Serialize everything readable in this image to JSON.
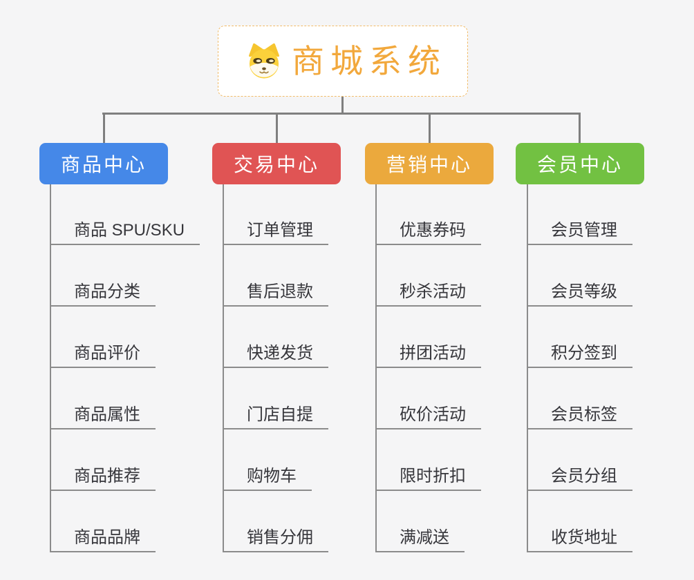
{
  "root": {
    "title": "商城系统",
    "icon": "dog-icon",
    "title_color": "#F2A83C",
    "border_color": "#F1BB68"
  },
  "colors": {
    "background": "#F5F5F6",
    "connector": "#7F7F7F",
    "item_underline": "#8B8B8B",
    "item_text": "#36363B"
  },
  "branches": [
    {
      "label": "商品中心",
      "color": "#4588E8",
      "items": [
        "商品 SPU/SKU",
        "商品分类",
        "商品评价",
        "商品属性",
        "商品推荐",
        "商品品牌"
      ]
    },
    {
      "label": "交易中心",
      "color": "#E05454",
      "items": [
        "订单管理",
        "售后退款",
        "快递发货",
        "门店自提",
        "购物车",
        "销售分佣"
      ]
    },
    {
      "label": "营销中心",
      "color": "#EBA93D",
      "items": [
        "优惠券码",
        "秒杀活动",
        "拼团活动",
        "砍价活动",
        "限时折扣",
        "满减送"
      ]
    },
    {
      "label": "会员中心",
      "color": "#72C142",
      "items": [
        "会员管理",
        "会员等级",
        "积分签到",
        "会员标签",
        "会员分组",
        "收货地址"
      ]
    }
  ]
}
